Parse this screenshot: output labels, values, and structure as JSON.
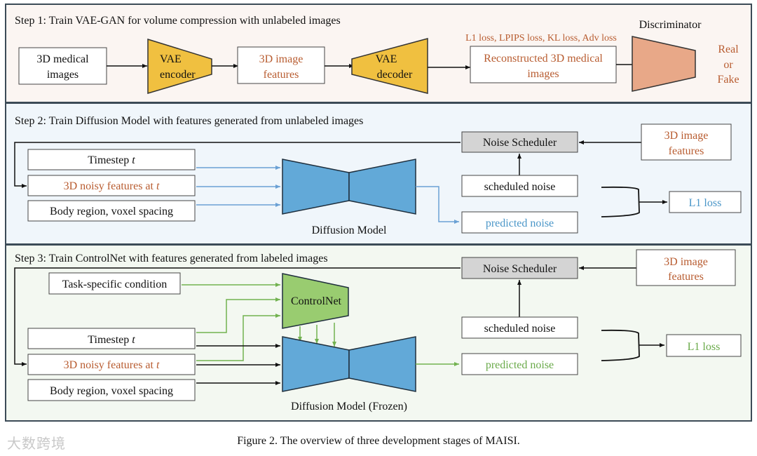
{
  "colors": {
    "step1_bg": "#fbf5f2",
    "step2_bg": "#f0f6fb",
    "step3_bg": "#f3f8f1",
    "panel_border": "#3c4b57",
    "vae_fill": "#f0c040",
    "discriminator_fill": "#e8a888",
    "unet_fill": "#62a9d8",
    "controlnet_fill": "#99cc70",
    "scheduler_fill": "#d4d4d4",
    "orange_text": "#b85c30",
    "blue_text": "#4a96c8",
    "green_text": "#6aaa4a",
    "blue_arrow": "#6aa0d4",
    "green_arrow": "#72b250"
  },
  "step1": {
    "title": "Step 1: Train VAE-GAN for volume compression with unlabeled images",
    "input_line1": "3D medical",
    "input_line2": "images",
    "encoder_line1": "VAE",
    "encoder_line2": "encoder",
    "features_line1": "3D image",
    "features_line2": "features",
    "decoder_line1": "VAE",
    "decoder_line2": "decoder",
    "losses": "L1 loss, LPIPS loss, KL loss, Adv loss",
    "recon_line1": "Reconstructed 3D medical",
    "recon_line2": "images",
    "discriminator_label": "Discriminator",
    "output_line1": "Real",
    "output_line2": "or",
    "output_line3": "Fake"
  },
  "step2": {
    "title": "Step 2: Train Diffusion Model with features generated from unlabeled images",
    "timestep_label": "Timestep ",
    "t": "t",
    "noisy_label": "3D noisy features at ",
    "body_label": "Body region, voxel spacing",
    "model_label": "Diffusion Model",
    "scheduler": "Noise Scheduler",
    "features_line1": "3D image",
    "features_line2": "features",
    "scheduled_noise": "scheduled noise",
    "predicted_noise": "predicted noise",
    "loss": "L1 loss"
  },
  "step3": {
    "title": "Step 3: Train ControlNet with features generated from labeled images",
    "condition_label": "Task-specific condition",
    "controlnet_label": "ControlNet",
    "timestep_label": "Timestep ",
    "t": "t",
    "noisy_label": "3D noisy features at ",
    "body_label": "Body region, voxel spacing",
    "model_label": "Diffusion Model (Frozen)",
    "scheduler": "Noise Scheduler",
    "features_line1": "3D image",
    "features_line2": "features",
    "scheduled_noise": "scheduled noise",
    "predicted_noise": "predicted noise",
    "loss": "L1 loss"
  },
  "caption": "Figure 2. The overview of three development stages of MAISI.",
  "watermark": "大数跨境"
}
